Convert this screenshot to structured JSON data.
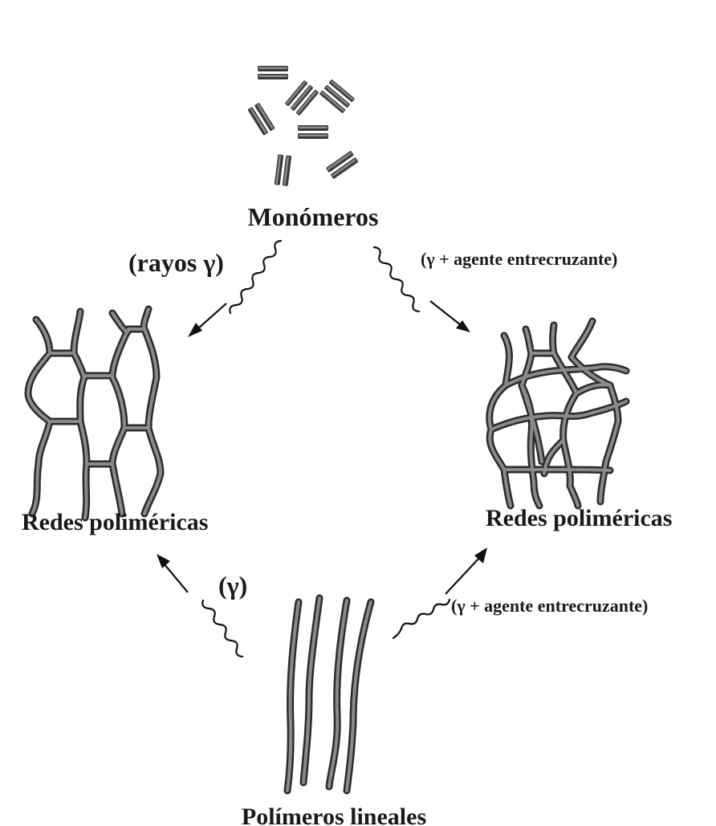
{
  "labels": {
    "monomers": "Monómeros",
    "network_left": "Redes poliméricas",
    "network_right": "Redes poliméricas",
    "linear_polymers": "Polímeros lineales"
  },
  "conditions": {
    "monomers_to_left_network": "(rayos γ)",
    "monomers_to_right_network": "(γ + agente entrecruzante)",
    "linear_to_left_network": "(γ)",
    "linear_to_right_network": "(γ + agente entrecruzante)"
  }
}
